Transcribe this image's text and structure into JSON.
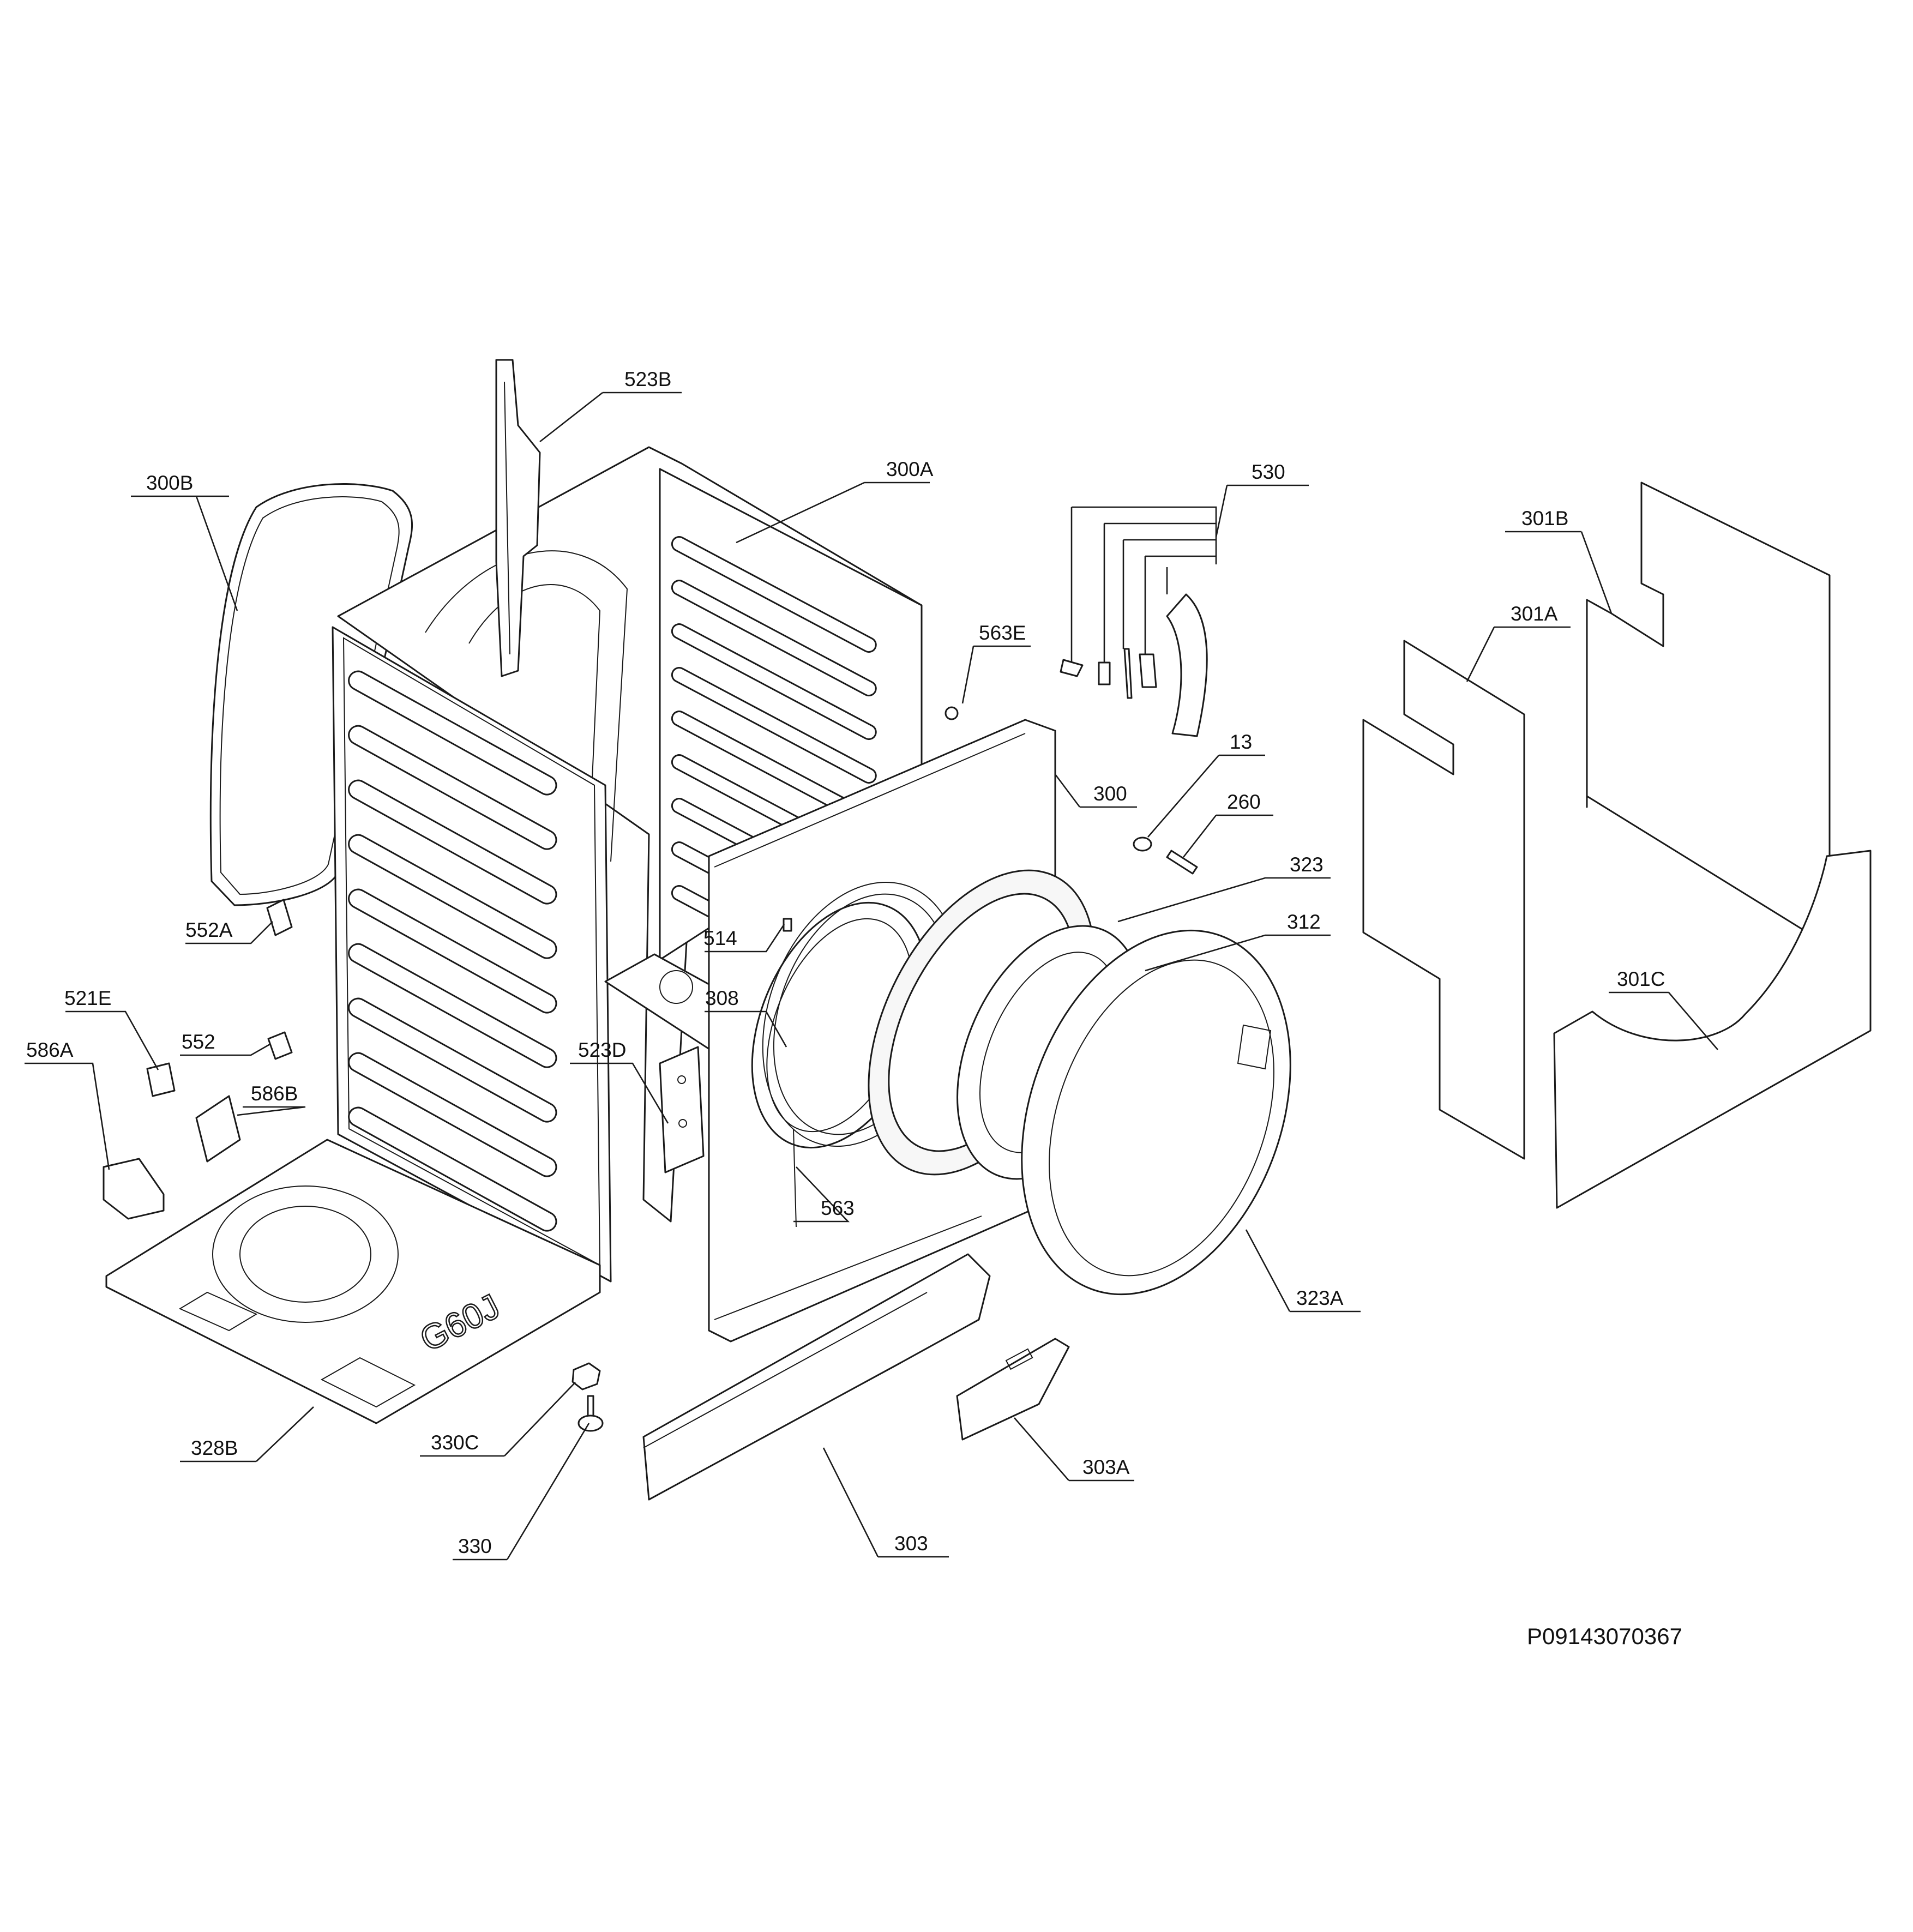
{
  "drawing_code": "P09143070367",
  "base_stamp": "G60J",
  "labels": {
    "l523B": "523B",
    "l300A": "300A",
    "l300B": "300B",
    "l530": "530",
    "l563E": "563E",
    "l13": "13",
    "l260": "260",
    "l300": "300",
    "l323": "323",
    "l312": "312",
    "l514": "514",
    "l308": "308",
    "l552A": "552A",
    "l552": "552",
    "l521E": "521E",
    "l586A": "586A",
    "l586B": "586B",
    "l523D": "523D",
    "l563": "563",
    "l323A": "323A",
    "l328B": "328B",
    "l330C": "330C",
    "l330": "330",
    "l303": "303",
    "l303A": "303A",
    "l301B": "301B",
    "l301A": "301A",
    "l301C": "301C"
  }
}
